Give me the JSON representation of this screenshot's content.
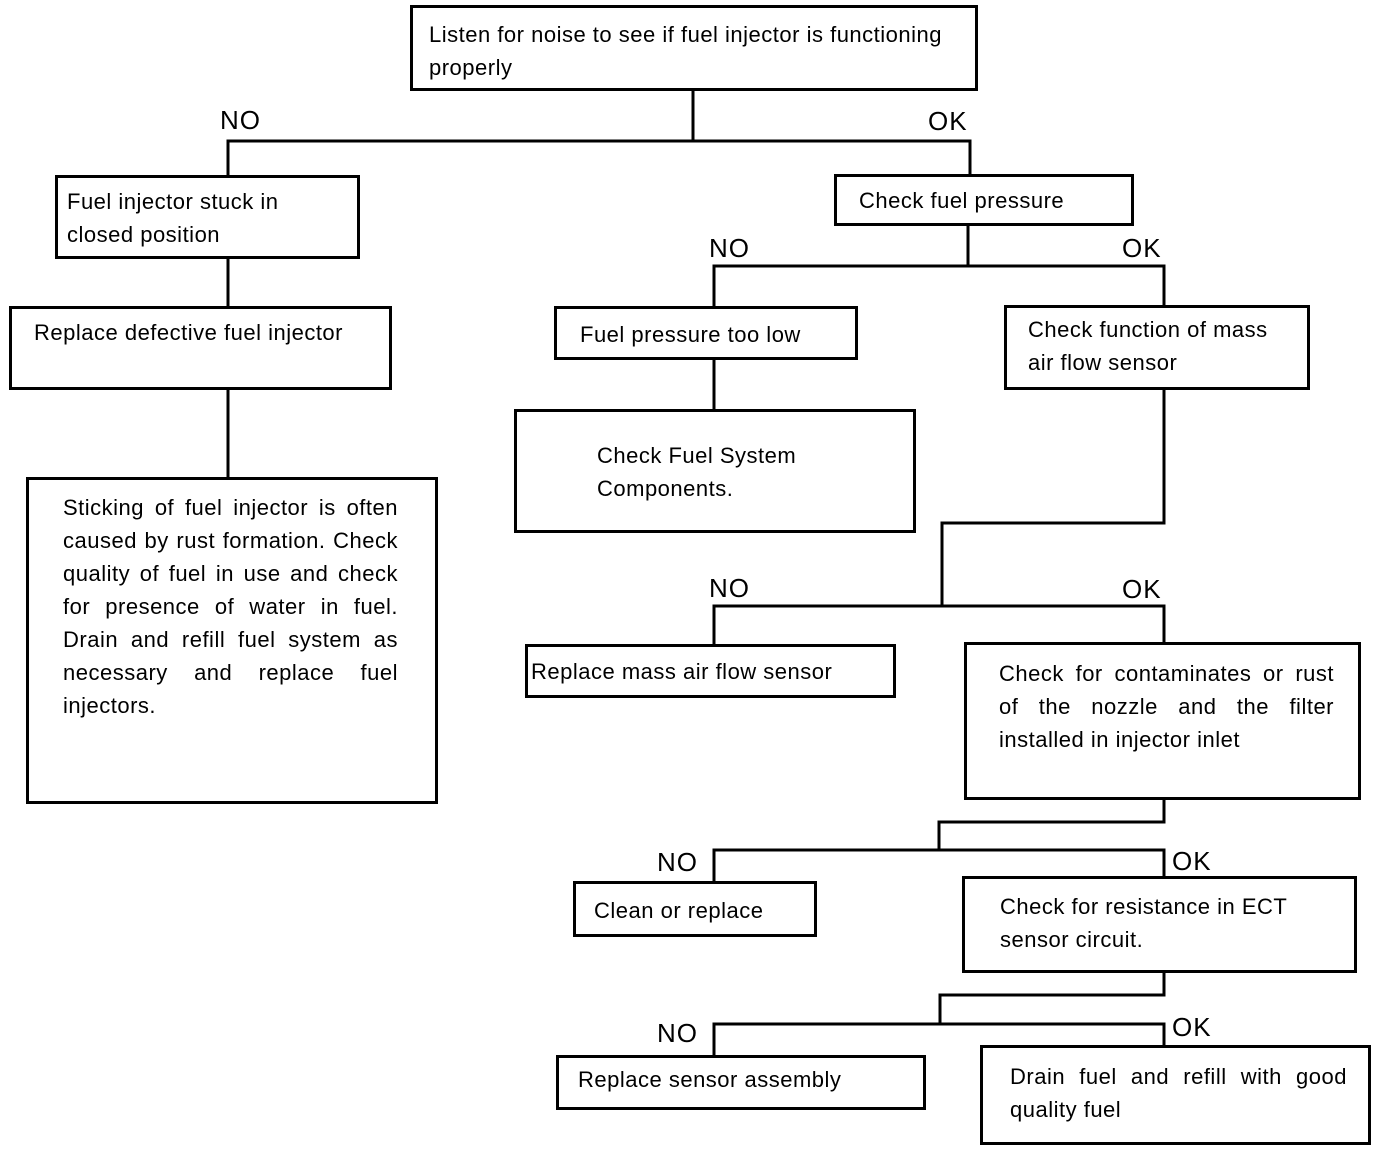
{
  "nodes": {
    "start": {
      "text": "Listen for noise to see if fuel injector is functioning properly"
    },
    "stuck": {
      "text": "Fuel injector stuck in closed position"
    },
    "replace_injector": {
      "text": "Replace defective fuel injector"
    },
    "sticking_note": {
      "text": "Sticking of fuel injector is often caused by rust formation. Check quality of fuel in use and check for presence of water in fuel. Drain and refill fuel system as necessary and replace fuel injectors."
    },
    "check_pressure": {
      "text": "Check fuel pressure"
    },
    "pressure_low": {
      "text": "Fuel pressure too low"
    },
    "check_fuel_system": {
      "text": "Check Fuel System Components."
    },
    "check_maf": {
      "text": "Check function of mass air flow sensor"
    },
    "replace_maf": {
      "text": "Replace mass air flow sensor"
    },
    "check_contaminates": {
      "text": "Check for contaminates or rust of the nozzle and the filter installed in injector inlet"
    },
    "clean_replace": {
      "text": "Clean or replace"
    },
    "check_ect": {
      "text": "Check for resistance in ECT sensor circuit."
    },
    "replace_sensor": {
      "text": "Replace sensor assembly"
    },
    "drain_refill": {
      "text": "Drain fuel and refill with good quality fuel"
    }
  },
  "branch_labels": {
    "no": "NO",
    "ok": "OK"
  }
}
